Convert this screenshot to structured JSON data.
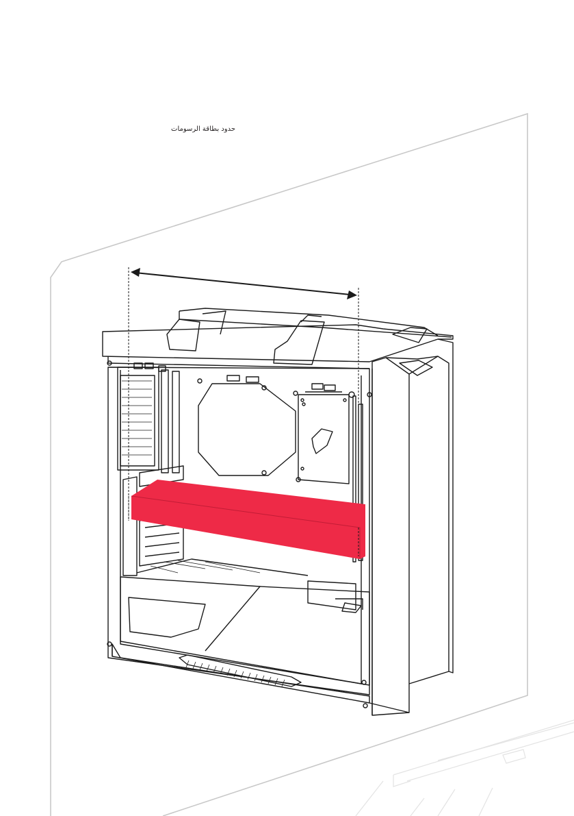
{
  "caption": "حدود بطاقة الرسومات",
  "colors": {
    "highlight": "#ee2a47",
    "panel_border": "#c8c8c8",
    "line": "#1a1a1a"
  },
  "icons": {
    "dimension_arrow": "double-headed-arrow",
    "case": "pc-case-line-drawing",
    "graphics_card": "red-box"
  }
}
